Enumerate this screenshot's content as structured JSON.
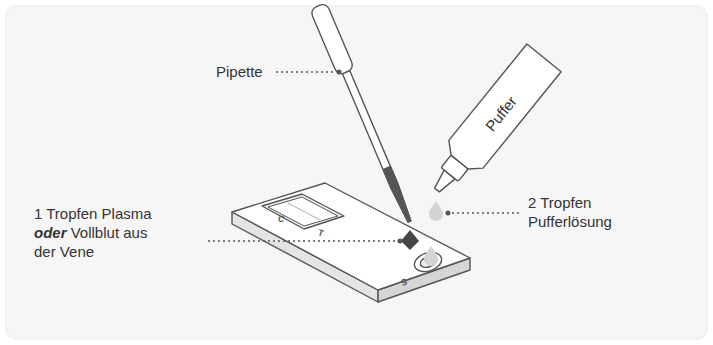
{
  "diagram": {
    "labels": [
      "Pipette",
      "Puffer",
      "1 Tropfen Plasma oder Vollblut aus der Vene",
      "2 Tropfen Pufferlösung",
      "C",
      "T",
      "S"
    ]
  }
}
